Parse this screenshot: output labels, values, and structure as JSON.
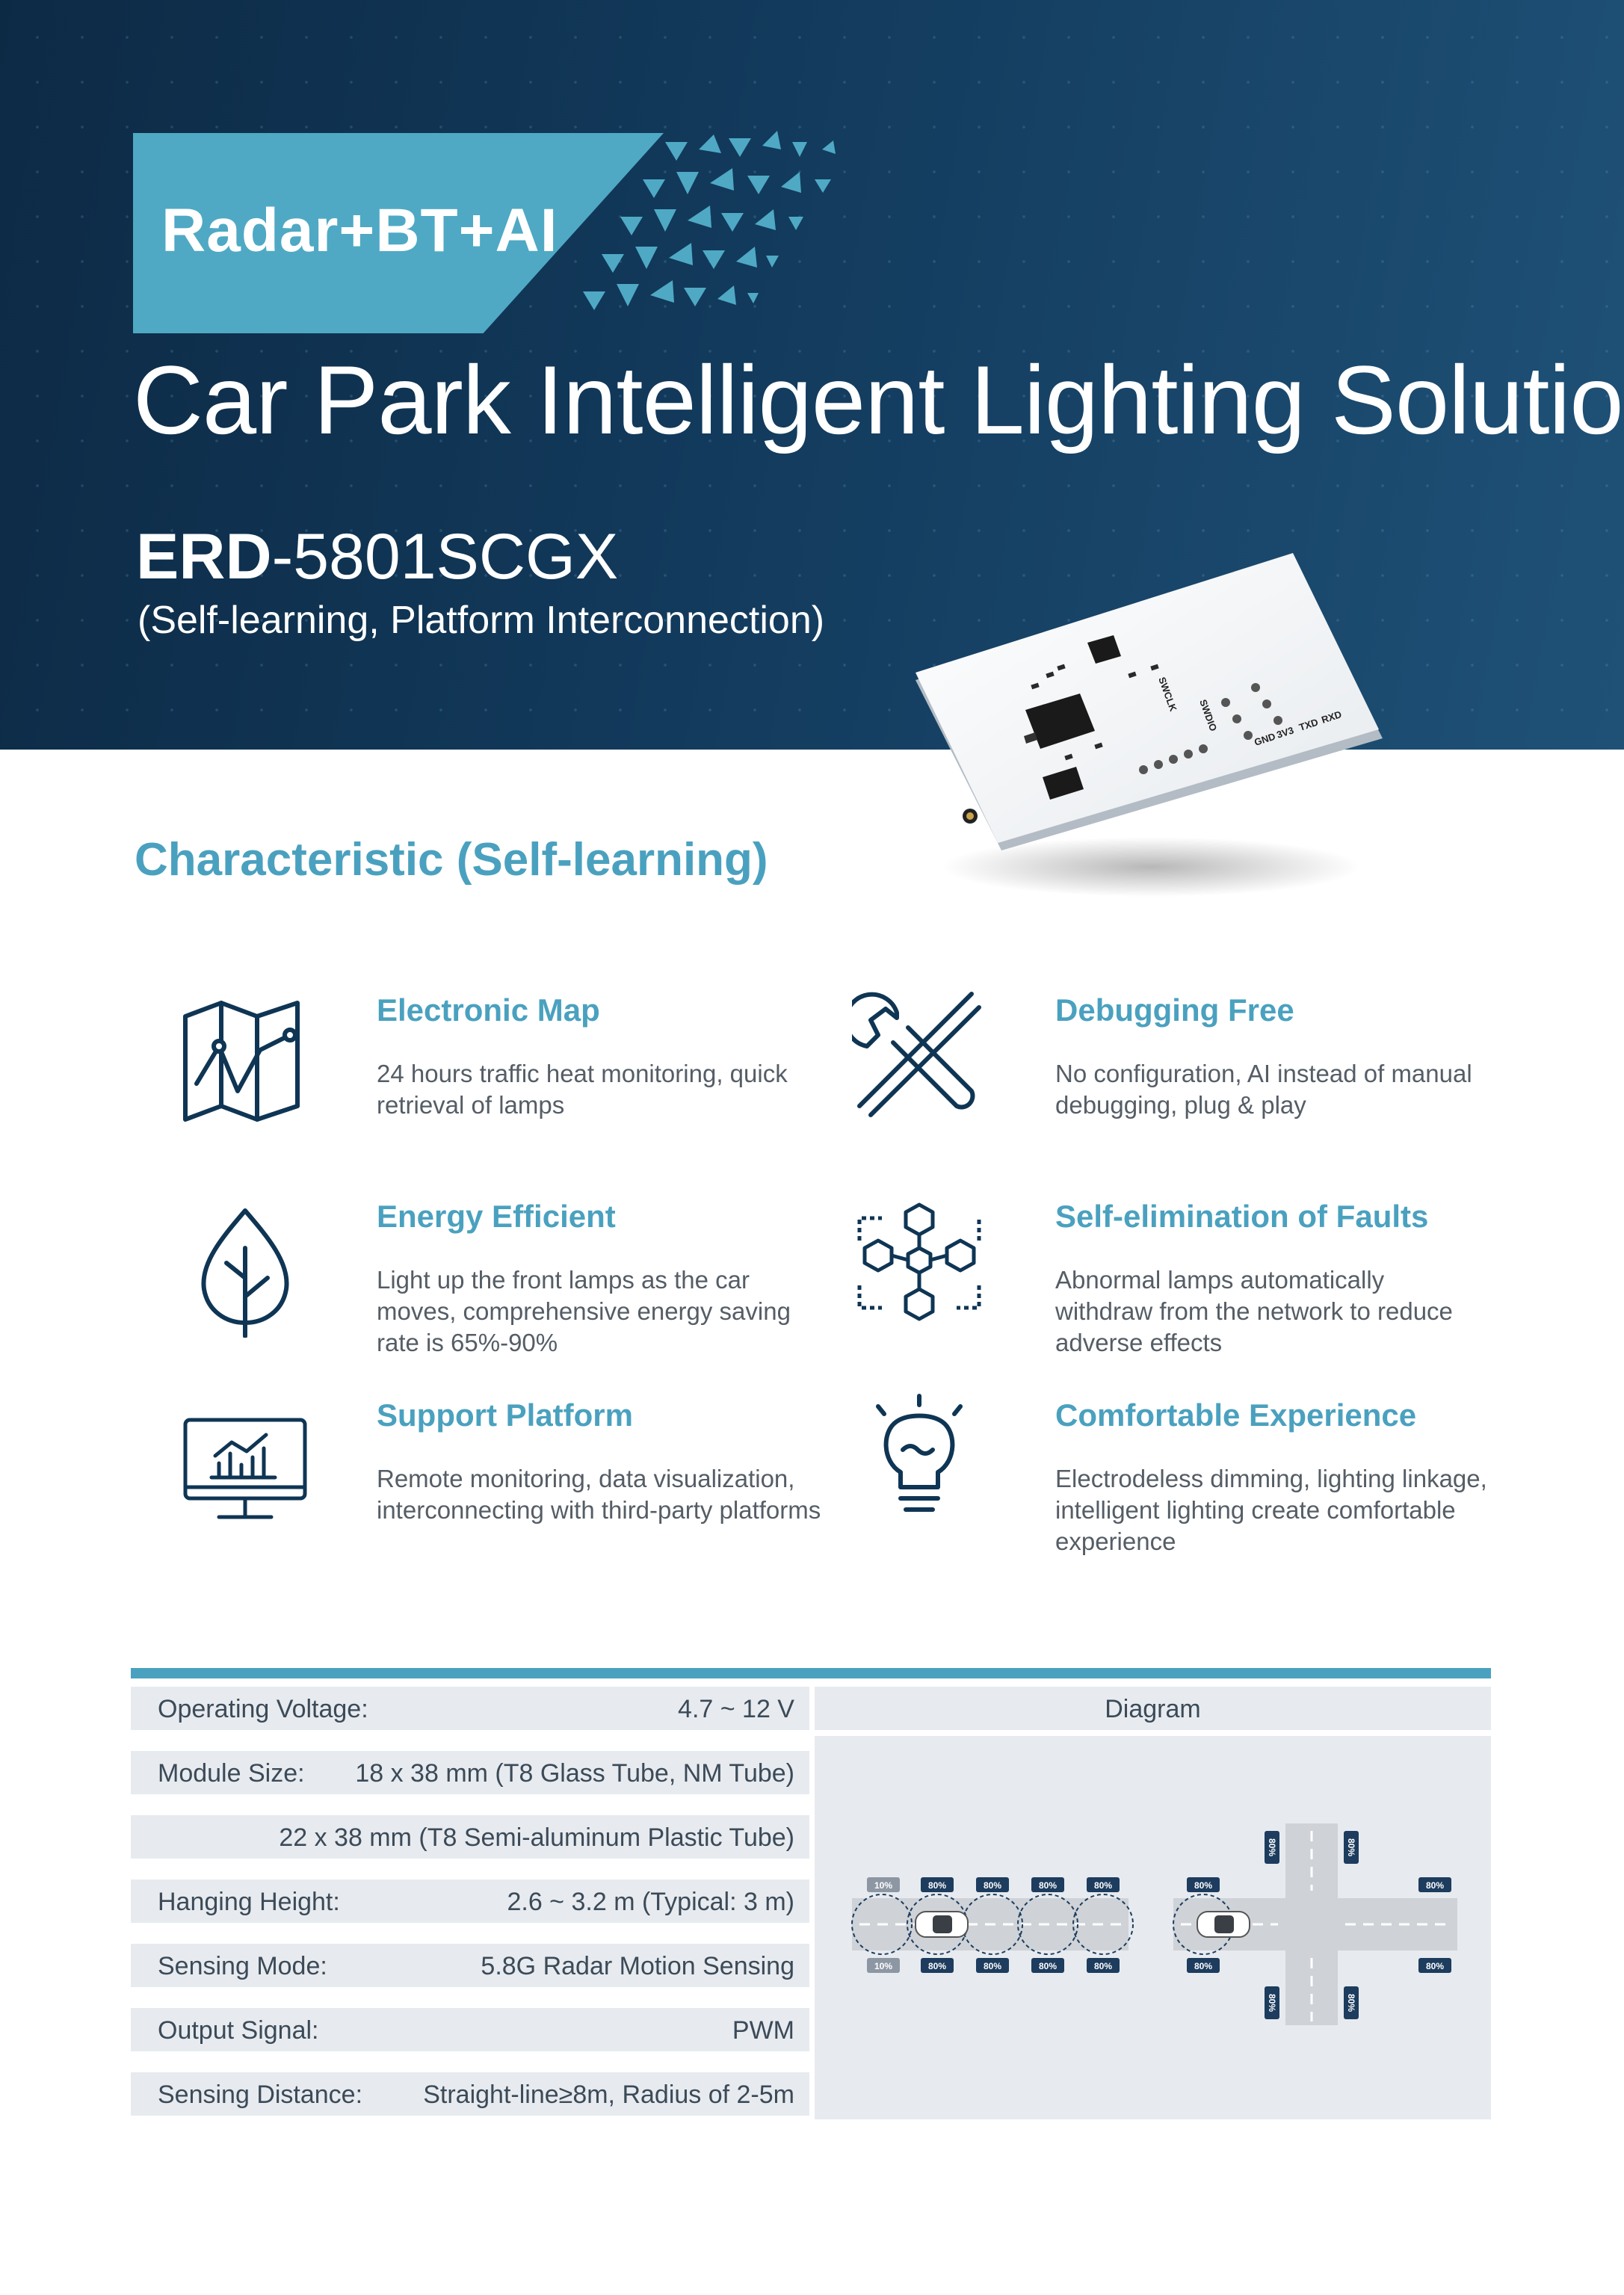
{
  "hero": {
    "tagline": "Radar+BT+AI",
    "title": "Car Park Intelligent Lighting Solution",
    "model_prefix": "ERD",
    "model_suffix": "-5801SCGX",
    "model_subtitle": "(Self-learning, Platform Interconnection)"
  },
  "characteristics": {
    "section_title": "Characteristic (Self-learning)",
    "items": [
      {
        "title": "Electronic Map",
        "desc": "24 hours traffic heat monitoring, quick retrieval of lamps",
        "icon": "map-icon"
      },
      {
        "title": "Debugging Free",
        "desc": "No configuration, AI instead of manual debugging, plug & play",
        "icon": "tools-icon"
      },
      {
        "title": "Energy Efficient",
        "desc": "Light up the front lamps as the car moves, comprehensive energy saving rate is 65%-90%",
        "icon": "leaf-icon"
      },
      {
        "title": "Self-elimination of Faults",
        "desc": "Abnormal lamps automatically withdraw from the network to reduce adverse effects",
        "icon": "network-cubes-icon"
      },
      {
        "title": "Support Platform",
        "desc": "Remote monitoring, data visualization, interconnecting with third-party platforms",
        "icon": "monitor-chart-icon"
      },
      {
        "title": "Comfortable Experience",
        "desc": "Electrodeless dimming, lighting linkage, intelligent lighting create comfortable experience",
        "icon": "lightbulb-icon"
      }
    ]
  },
  "specs": {
    "rows": [
      {
        "label": "Operating Voltage:",
        "value": "4.7 ~ 12 V"
      },
      {
        "label": "Module Size:",
        "value": "18 x 38 mm (T8 Glass Tube, NM Tube)"
      },
      {
        "label": "",
        "value": "22 x 38 mm (T8 Semi-aluminum Plastic Tube)"
      },
      {
        "label": "Hanging Height:",
        "value": "2.6 ~ 3.2 m (Typical: 3 m)"
      },
      {
        "label": "Sensing Mode:",
        "value": "5.8G Radar Motion Sensing"
      },
      {
        "label": "Output Signal:",
        "value": "PWM"
      },
      {
        "label": "Sensing Distance:",
        "value": "Straight-line≥8m, Radius of 2-5m"
      }
    ],
    "diagram_header": "Diagram"
  },
  "diagram": {
    "corridor_top": [
      "10%",
      "80%",
      "80%",
      "80%",
      "80%"
    ],
    "corridor_bottom": [
      "10%",
      "80%",
      "80%",
      "80%",
      "80%"
    ],
    "cross_labels": [
      "80%",
      "80%",
      "80%",
      "80%",
      "80%",
      "80%",
      "80%",
      "80%"
    ]
  },
  "board_pins": [
    "GND",
    "3V3",
    "TXD",
    "RXD",
    "SWCLK",
    "SWDIO"
  ],
  "colors": {
    "accent": "#4aa1bf",
    "navy": "#0d2a45",
    "icon_stroke": "#0f3554",
    "table_bg": "#e7ebef"
  }
}
